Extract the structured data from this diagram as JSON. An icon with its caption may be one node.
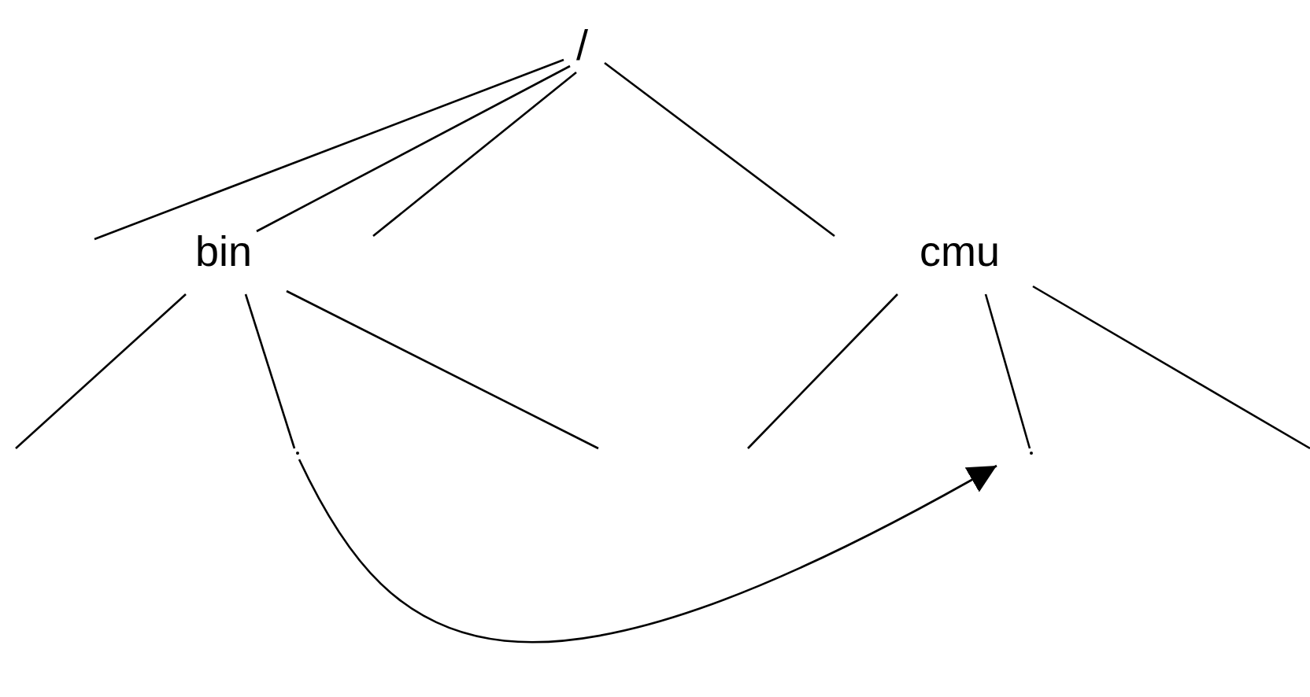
{
  "diagram": {
    "nodes": [
      {
        "text": [
          "/"
        ]
      },
      {
        "text": [
          "bin"
        ]
      },
      {
        "text": [
          "cmu"
        ]
      },
      {
        "text": [],
        "shape": "point"
      },
      {
        "text": [],
        "shape": "point"
      }
    ],
    "edges": [
      {
        "from": 0,
        "to": null,
        "arrow": "none"
      },
      {
        "from": 0,
        "to": 1,
        "arrow": "none"
      },
      {
        "from": 0,
        "to": null,
        "arrow": "none"
      },
      {
        "from": 0,
        "to": 2,
        "arrow": "none"
      },
      {
        "from": 1,
        "to": null,
        "arrow": "none"
      },
      {
        "from": 1,
        "to": 3,
        "arrow": "none"
      },
      {
        "from": 1,
        "to": null,
        "arrow": "none"
      },
      {
        "from": 2,
        "to": null,
        "arrow": "none"
      },
      {
        "from": 2,
        "to": 4,
        "arrow": "none"
      },
      {
        "from": 2,
        "to": null,
        "arrow": "none"
      },
      {
        "from": 3,
        "to": 4,
        "arrow": "to"
      }
    ]
  }
}
